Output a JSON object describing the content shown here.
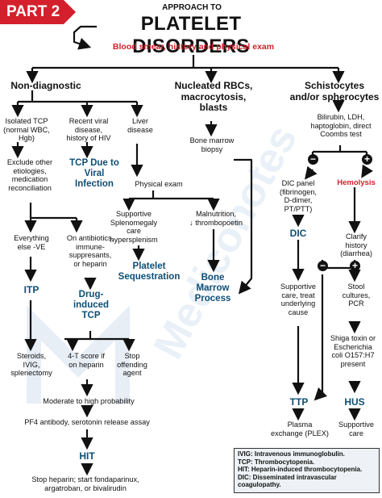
{
  "part_label": "PART 2",
  "title_small": "APPROACH TO",
  "title": "PLATELET DISORDERS",
  "subtitle": "Blood smear, history and physical exam",
  "branches": {
    "non_diagnostic": "Non-diagnostic",
    "nucleated": "Nucleated RBCs,\nmacrocytosis,\nblasts",
    "schistocytes": "Schistocytes\nand/or spherocytes"
  },
  "nodes": {
    "isolated_tcp": "Isolated TCP\n(normal WBC,\nHgb)",
    "recent_viral": "Recent viral\ndisease,\nhistory of HIV",
    "liver": "Liver\ndisease",
    "bone_marrow_biopsy": "Bone marrow\nbiopsy",
    "bilirubin": "Bilirubin, LDH,\nhaptoglobin, direct\nCoombs test",
    "exclude": "Exclude other\netiologies,\nmedication\nreconciliation",
    "tcp_viral": "TCP Due to\nViral\nInfection",
    "physical_exam": "Physical exam",
    "dic_panel": "DIC panel\n(fibrinogen,\nD-dimer,\nPT/PTT)",
    "hemolysis": "Hemolysis",
    "supportive_spleno": "Supportive\nSplenomegaly\ncare\nhypersplenism",
    "malnutrition": "Malnutrition,\n↓ thrombopoetin",
    "everything_else": "Everything\nelse -VE",
    "on_antibiotics": "On antibiotics,\nimmune-\nsuppresants,\nor heparin",
    "dic": "DIC",
    "clarify_history": "Clarify\nhistory\n(diarrhea)",
    "platelet_seq": "Platelet\nSequestration",
    "bone_marrow_process": "Bone\nMarrow\nProcess",
    "itp": "ITP",
    "drug_tcp": "Drug-\ninduced\nTCP",
    "supportive_care_dic": "Supportive\ncare, treat\nunderlying\ncause",
    "stool": "Stool\ncultures,\nPCR",
    "steroids": "Steroids,\nIVIG,\nsplenectomy",
    "four_t": "4-T score if\non heparin",
    "stop_agent": "Stop\noffending\nagent",
    "shiga": "Shiga toxin or\nEscherichia\ncoli O157:H7\npresent",
    "moderate": "Moderate to high probability",
    "pf4": "PF4 antibody, serotonin release assay",
    "ttp": "TTP",
    "hus": "HUS",
    "hit": "HIT",
    "plasma": "Plasma\nexchange (PLEX)",
    "supportive_hus": "Supportive\ncare",
    "stop_heparin": "Stop heparin; start fondaparinux,\nargatroban, or bivalirudin"
  },
  "signs": {
    "minus": "−",
    "plus": "+"
  },
  "legend": [
    "IVIG: Intravenous immunoglobulin.",
    "TCP: Thrombocytopenia.",
    "HIT: Heparin-induced thrombocytopenia.",
    "DIC: Disseminated intravascular",
    "coagulopathy."
  ],
  "watermark": "Mediconotes",
  "colors": {
    "accent_red": "#d4202c",
    "outcome_blue": "#0d4e75",
    "arrow": "#111111",
    "watermark": "#8fb3d9"
  }
}
